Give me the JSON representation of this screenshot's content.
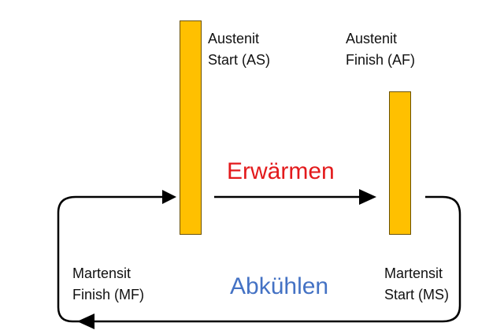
{
  "labels": {
    "austenite_start": {
      "line1": "Austenit",
      "line2": "Start (AS)"
    },
    "austenite_finish": {
      "line1": "Austenit",
      "line2": "Finish (AF)"
    },
    "martensite_finish": {
      "line1": "Martensit",
      "line2": "Finish (MF)"
    },
    "martensite_start": {
      "line1": "Martensit",
      "line2": "Start (MS)"
    }
  },
  "phases": {
    "heating": {
      "label": "Erwärmen",
      "color": "#E31A1C"
    },
    "cooling": {
      "label": "Abkühlen",
      "color": "#4472C4"
    }
  },
  "colors": {
    "bar_fill": "#FFC000",
    "arrow": "#000000"
  }
}
